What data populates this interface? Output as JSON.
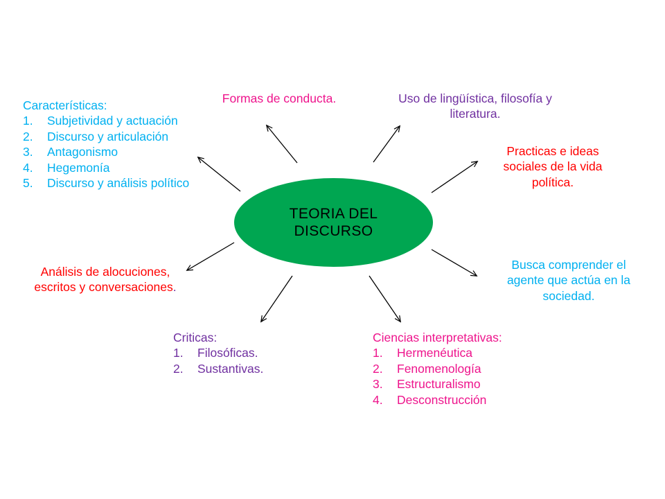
{
  "colors": {
    "green": "#00A651",
    "cyan": "#00B0F0",
    "pink": "#EE148C",
    "purple": "#7030A0",
    "red": "#FF0000",
    "ink": "#000000",
    "bg": "#FFFFFF"
  },
  "center": {
    "title_line1": "TEORIA DEL",
    "title_line2": "DISCURSO"
  },
  "nodes": {
    "formas": {
      "text": "Formas de conducta."
    },
    "uso": {
      "text": "Uso de lingüística, filosofía y literatura."
    },
    "practicas": {
      "text": "Practicas e ideas sociales de la vida política."
    },
    "busca": {
      "text": "Busca comprender el agente que actúa en la sociedad."
    },
    "caracteristicas": {
      "heading": "Características:",
      "items": [
        {
          "num": "1.",
          "label": "Subjetividad y actuación"
        },
        {
          "num": "2.",
          "label": "Discurso y articulación"
        },
        {
          "num": "3.",
          "label": "Antagonismo"
        },
        {
          "num": "4.",
          "label": "Hegemonía"
        },
        {
          "num": "5.",
          "label": "Discurso y análisis político"
        }
      ]
    },
    "analisis": {
      "text": "Análisis de alocuciones, escritos y conversaciones",
      "period": "."
    },
    "criticas": {
      "heading": "Criticas:",
      "items": [
        {
          "num": "1.",
          "label": "Filosóficas."
        },
        {
          "num": "2.",
          "label": "Sustantivas."
        }
      ]
    },
    "ciencias": {
      "heading": "Ciencias interpretativas:",
      "items": [
        {
          "num": "1.",
          "label": "Hermenéutica"
        },
        {
          "num": "2.",
          "label": "Fenomenología"
        },
        {
          "num": "3.",
          "label": "Estructuralismo"
        },
        {
          "num": "4.",
          "label": "Desconstrucción"
        }
      ]
    }
  }
}
